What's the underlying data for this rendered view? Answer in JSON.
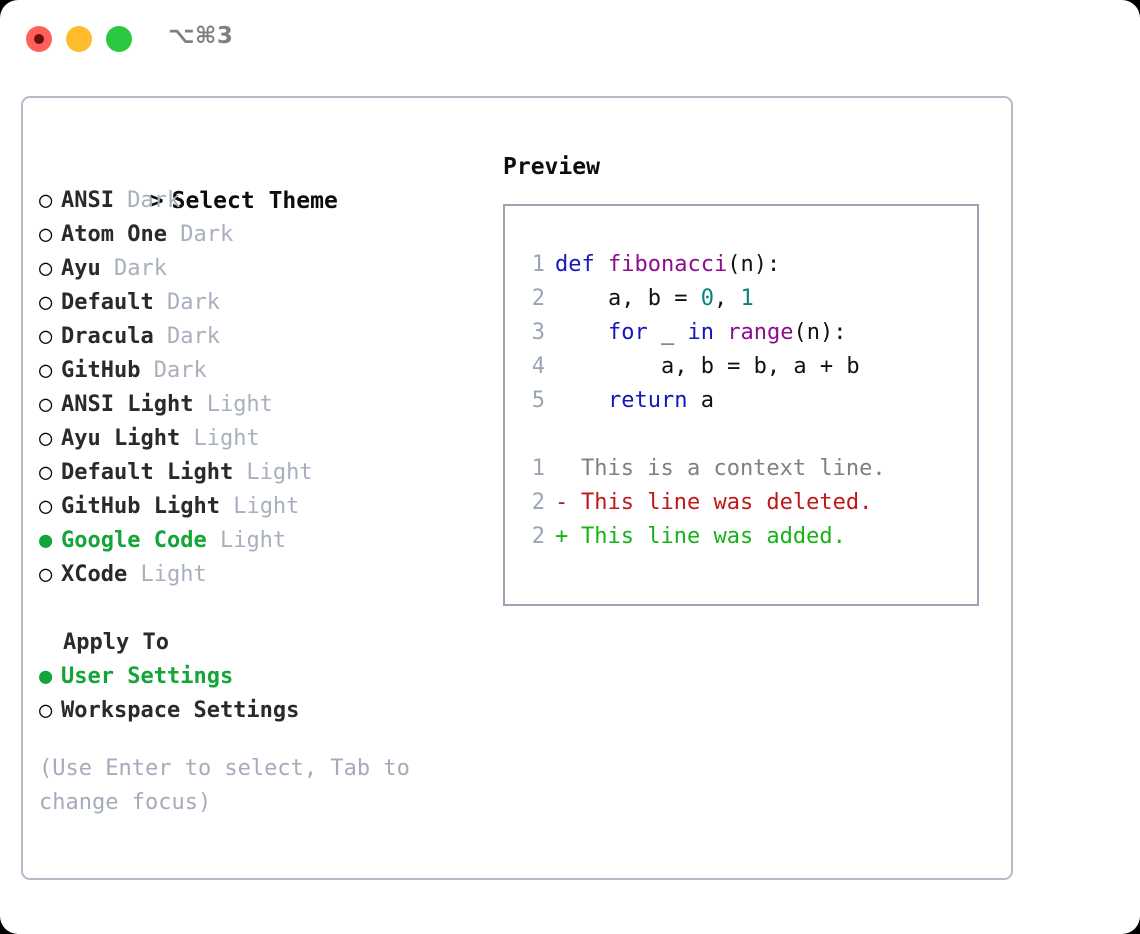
{
  "window": {
    "shortcut_label": "⌥⌘3",
    "traffic_lights": {
      "close": "close-button",
      "minimize": "minimize-button",
      "maximize": "maximize-button"
    },
    "colors": {
      "close": "#ff6058",
      "minimize": "#ffbd2e",
      "maximize": "#28c840",
      "record_dot": "#6b0f0f",
      "panel_border": "#b4bcc8",
      "preview_border": "#9aa5b1",
      "accent_green": "#13a538",
      "muted": "#a8b0bd"
    }
  },
  "theme_picker": {
    "header": "Select Theme",
    "caret": ">",
    "bullet_selected": "●",
    "bullet_unselected": "○",
    "items": [
      {
        "name": "ANSI",
        "variant": "Dark",
        "selected": false
      },
      {
        "name": "Atom One",
        "variant": "Dark",
        "selected": false
      },
      {
        "name": "Ayu",
        "variant": "Dark",
        "selected": false
      },
      {
        "name": "Default",
        "variant": "Dark",
        "selected": false
      },
      {
        "name": "Dracula",
        "variant": "Dark",
        "selected": false
      },
      {
        "name": "GitHub",
        "variant": "Dark",
        "selected": false
      },
      {
        "name": "ANSI Light",
        "variant": "Light",
        "selected": false
      },
      {
        "name": "Ayu Light",
        "variant": "Light",
        "selected": false
      },
      {
        "name": "Default Light",
        "variant": "Light",
        "selected": false
      },
      {
        "name": "GitHub Light",
        "variant": "Light",
        "selected": false
      },
      {
        "name": "Google Code",
        "variant": "Light",
        "selected": true
      },
      {
        "name": "XCode",
        "variant": "Light",
        "selected": false
      }
    ]
  },
  "apply_to": {
    "header": "Apply To",
    "options": [
      {
        "name": "User Settings",
        "selected": true
      },
      {
        "name": "Workspace Settings",
        "selected": false
      }
    ]
  },
  "hint": "(Use Enter to select, Tab to change focus)",
  "preview": {
    "label": "Preview",
    "code_lines": [
      {
        "num": "1",
        "tokens": [
          {
            "t": "def",
            "c": "kw"
          },
          {
            "t": " ",
            "c": "pln"
          },
          {
            "t": "fibonacci",
            "c": "fn"
          },
          {
            "t": "(n):",
            "c": "pln"
          }
        ]
      },
      {
        "num": "2",
        "tokens": [
          {
            "t": "    a, b = ",
            "c": "pln"
          },
          {
            "t": "0",
            "c": "num"
          },
          {
            "t": ", ",
            "c": "pln"
          },
          {
            "t": "1",
            "c": "num"
          }
        ]
      },
      {
        "num": "3",
        "tokens": [
          {
            "t": "    ",
            "c": "pln"
          },
          {
            "t": "for",
            "c": "kw"
          },
          {
            "t": " _ ",
            "c": "pln"
          },
          {
            "t": "in",
            "c": "kw"
          },
          {
            "t": " ",
            "c": "pln"
          },
          {
            "t": "range",
            "c": "fn"
          },
          {
            "t": "(n):",
            "c": "pln"
          }
        ]
      },
      {
        "num": "4",
        "tokens": [
          {
            "t": "        a, b = b, a + b",
            "c": "pln"
          }
        ]
      },
      {
        "num": "5",
        "tokens": [
          {
            "t": "    ",
            "c": "pln"
          },
          {
            "t": "return",
            "c": "kw"
          },
          {
            "t": " a",
            "c": "pln"
          }
        ]
      }
    ],
    "diff_lines": [
      {
        "num": "1",
        "mark": " ",
        "text": "This is a context line.",
        "kind": "ctx"
      },
      {
        "num": "2",
        "mark": "-",
        "text": "This line was deleted.",
        "kind": "del"
      },
      {
        "num": "2",
        "mark": "+",
        "text": "This line was added.",
        "kind": "add"
      }
    ]
  }
}
